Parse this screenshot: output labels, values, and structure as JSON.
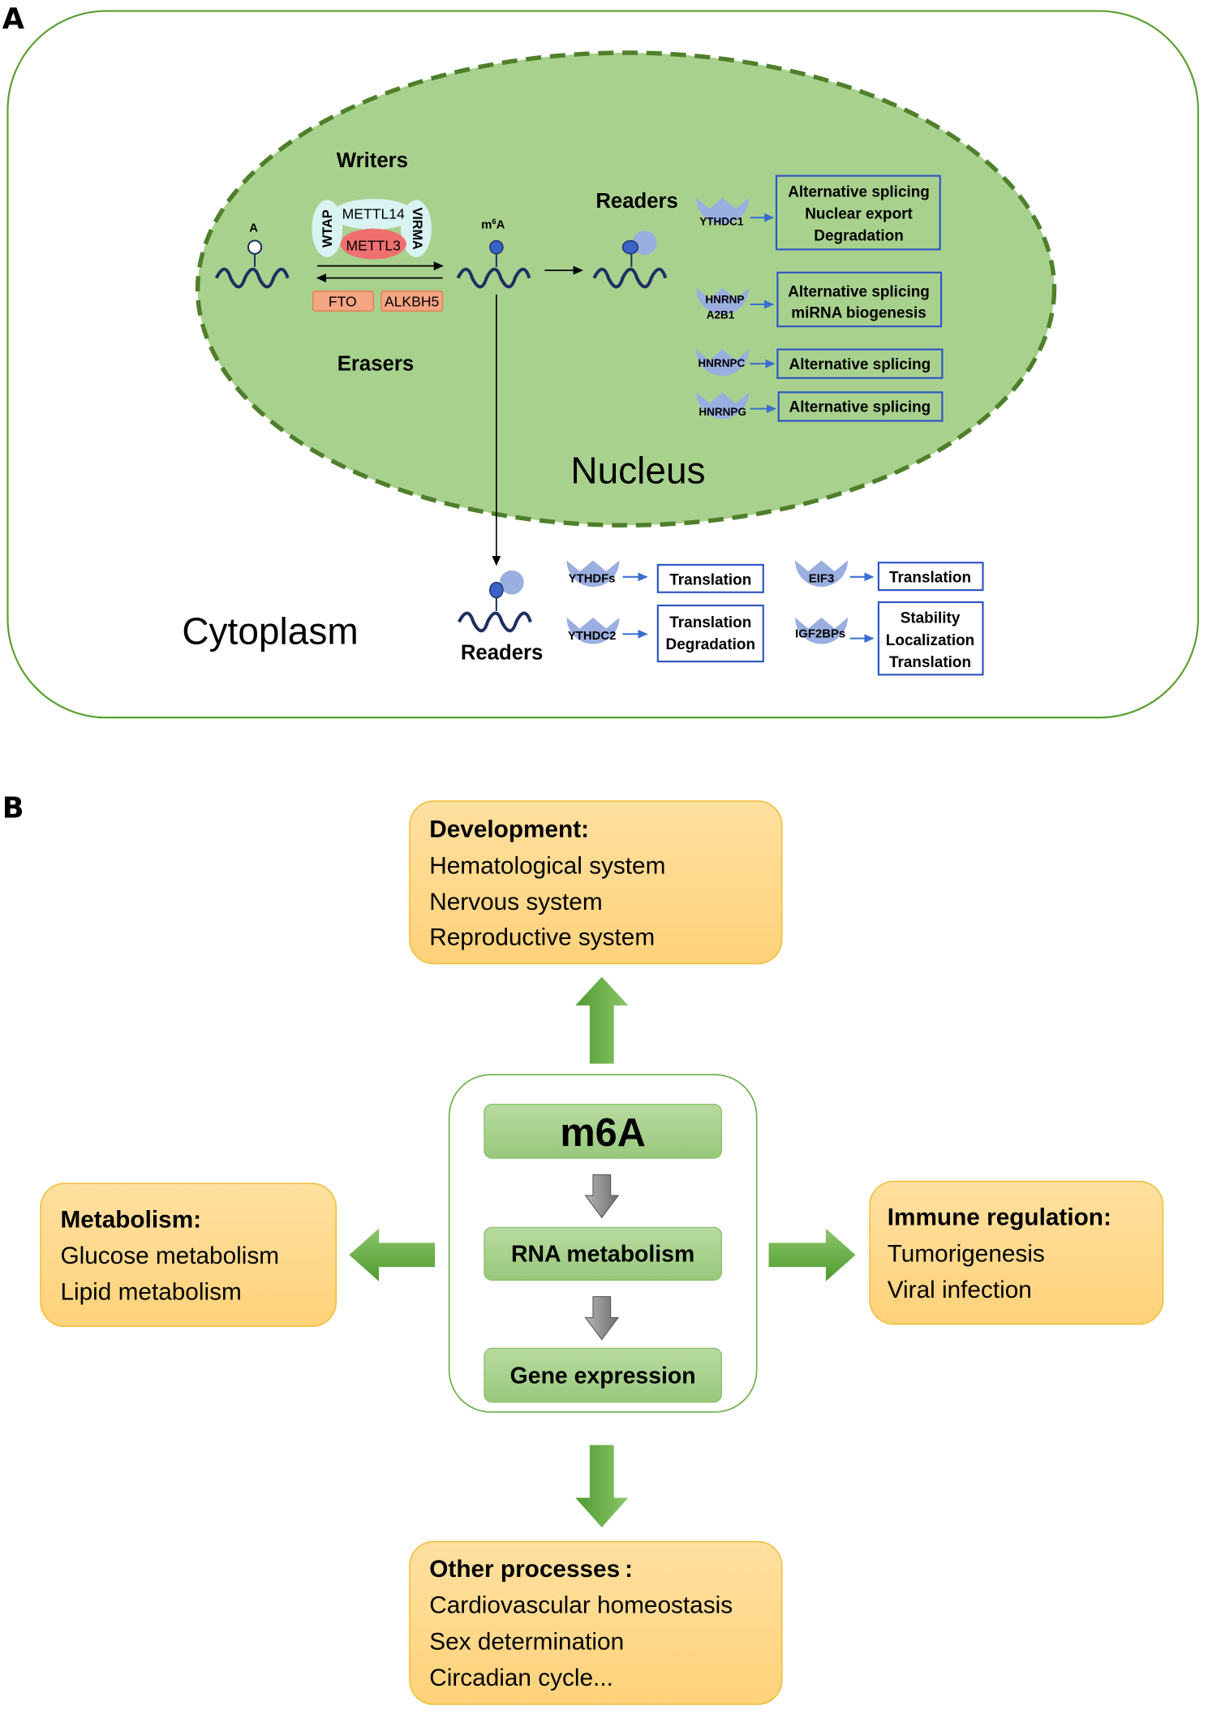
{
  "panel_a": {
    "letter": "A",
    "regions": {
      "nucleus": "Nucleus",
      "cytoplasm": "Cytoplasm"
    },
    "writers": {
      "title": "Writers",
      "proteins": [
        "METTL14",
        "METTL3",
        "WTAP",
        "VIRMA"
      ]
    },
    "erasers": {
      "title": "Erasers",
      "proteins": [
        "FTO",
        "ALKBH5"
      ]
    },
    "rna_labels": {
      "unmodified": "A",
      "modified": "m6A",
      "modified_base": "m",
      "modified_sup": "6",
      "modified_tail": "A"
    },
    "nuclear_readers": {
      "title": "Readers",
      "items": [
        {
          "protein": [
            "YTHDC1"
          ],
          "functions": [
            "Alternative splicing",
            "Nuclear export",
            "Degradation"
          ]
        },
        {
          "protein": [
            "HNRNP",
            "A2B1"
          ],
          "functions": [
            "Alternative splicing",
            "miRNA biogenesis"
          ]
        },
        {
          "protein": [
            "HNRNPC"
          ],
          "functions": [
            "Alternative splicing"
          ]
        },
        {
          "protein": [
            "HNRNPG"
          ],
          "functions": [
            "Alternative splicing"
          ]
        }
      ]
    },
    "cytoplasmic_readers": {
      "title": "Readers",
      "items": [
        {
          "protein": "YTHDFs",
          "functions": [
            "Translation"
          ]
        },
        {
          "protein": "YTHDC2",
          "functions": [
            "Translation",
            "Degradation"
          ]
        },
        {
          "protein": "EIF3",
          "functions": [
            "Translation"
          ]
        },
        {
          "protein": "IGF2BPs",
          "functions": [
            "Stability",
            "Localization",
            "Translation"
          ]
        }
      ]
    },
    "colors": {
      "cell_border": "#5a9e2f",
      "nucleus_fill": "#a9d18e",
      "nucleus_border": "#4f7f2a",
      "reader_protein": "#9aaee0",
      "function_box_border": "#2e55c4",
      "eraser_fill": "#f4a582",
      "mettl3_fill": "#f07070",
      "writer_light": "#d9f3f3",
      "rna": "#1f3060",
      "m6a_dot": "#3a62c8"
    }
  },
  "panel_b": {
    "letter": "B",
    "center": {
      "items": [
        "m6A",
        "RNA metabolism",
        "Gene expression"
      ]
    },
    "outputs": {
      "top": {
        "title": "Development:",
        "items": [
          "Hematological system",
          "Nervous system",
          "Reproductive system"
        ]
      },
      "left": {
        "title": "Metabolism:",
        "items": [
          "Glucose metabolism",
          "Lipid metabolism"
        ]
      },
      "right": {
        "title": "Immune regulation:",
        "items": [
          "Tumorigenesis",
          "Viral infection"
        ]
      },
      "bottom": {
        "title": "Other processes :",
        "items": [
          "Cardiovascular homeostasis",
          "Sex determination",
          "Circadian cycle..."
        ]
      }
    },
    "colors": {
      "output_fill": "#ffd98a",
      "output_border": "#f0c040",
      "center_fill": "#a9d18e",
      "arrow_green": "#6aad45",
      "arrow_grey": "#8a8a8a"
    }
  }
}
